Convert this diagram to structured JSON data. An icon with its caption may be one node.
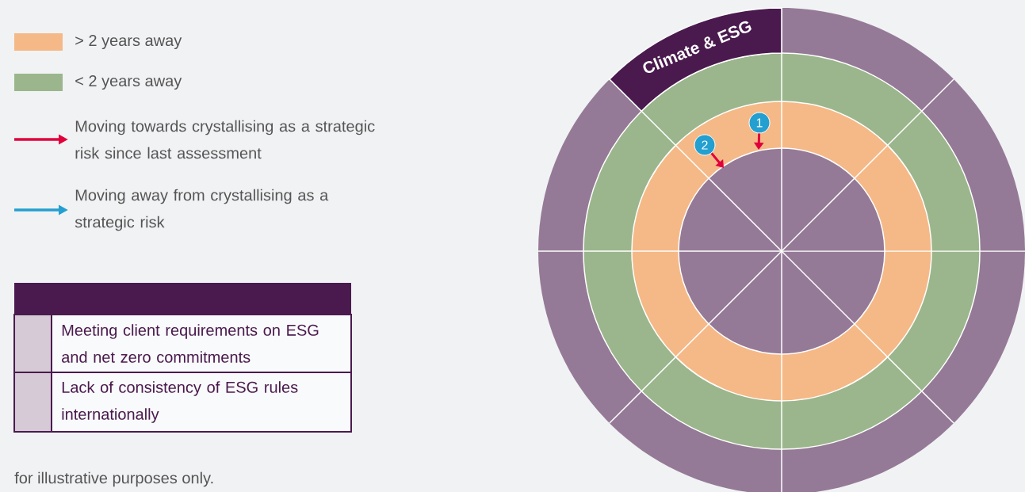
{
  "diagram": {
    "nodes": [
      {
        "text": [
          "Climate & ESG"
        ]
      },
      {
        "text": [
          "1"
        ]
      },
      {
        "text": [
          "2"
        ]
      }
    ],
    "edges": [
      {
        "from": 1,
        "to": null,
        "arrow": "to"
      },
      {
        "from": 2,
        "to": null,
        "arrow": "to"
      }
    ],
    "labels": [
      "Meeting client requirements on ESG and net zero commitments",
      "Lack of consistency of ESG rules internationally",
      "for illustrative purposes only."
    ],
    "legend": [
      {
        "text": "> 2 years away",
        "color": "#f5b987"
      },
      {
        "text": "< 2 years away",
        "color": "#9bb68c"
      },
      {
        "text": "Moving towards crystallising as a strategic risk since last assessment"
      },
      {
        "text": "Moving away from crystallising as a strategic risk"
      }
    ]
  }
}
